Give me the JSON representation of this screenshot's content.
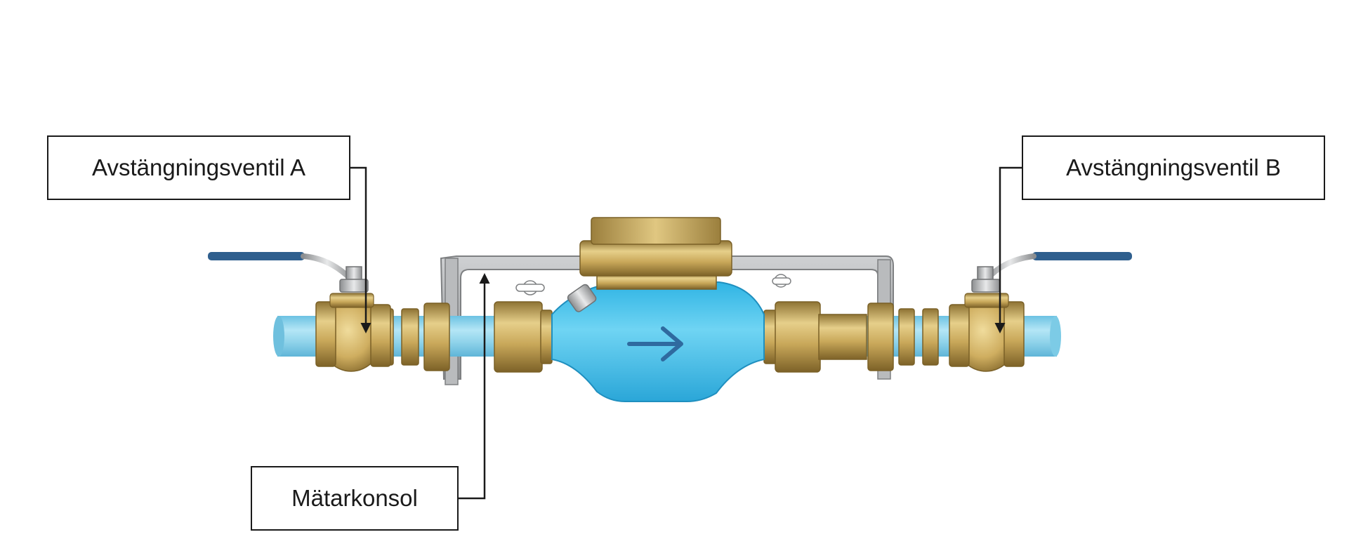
{
  "labels": {
    "valve_a": "Avstängningsventil A",
    "valve_b": "Avstängningsventil B",
    "bracket": "Mätarkonsol"
  },
  "colors": {
    "pipe": "#8fd3ea",
    "meter_body": "#45c3ec",
    "brass": "#c9a85a",
    "bracket": "#a9abad",
    "handle": "#2f5f8e",
    "line": "#1a1a1a",
    "arrow": "#2f6a9f"
  },
  "icons": {
    "flow_direction": "arrow-right-icon"
  }
}
